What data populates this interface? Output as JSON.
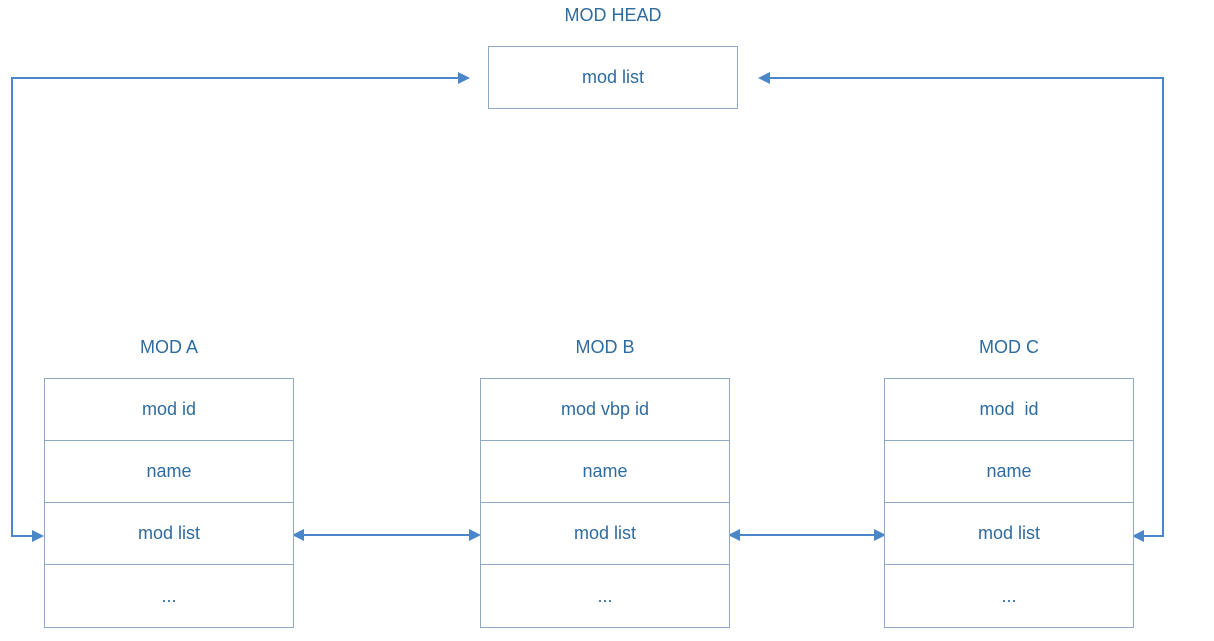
{
  "head": {
    "title": "MOD HEAD",
    "field": "mod list"
  },
  "modules": [
    {
      "title": "MOD A",
      "fields": [
        "mod id",
        "name",
        "mod list",
        "..."
      ]
    },
    {
      "title": "MOD B",
      "fields": [
        "mod vbp id",
        "name",
        "mod list",
        "..."
      ]
    },
    {
      "title": "MOD C",
      "fields": [
        "mod  id",
        "name",
        "mod list",
        "..."
      ]
    }
  ],
  "colors": {
    "text": "#2E6B9F",
    "border": "#8FA9C4",
    "arrow": "#4A86C8"
  }
}
